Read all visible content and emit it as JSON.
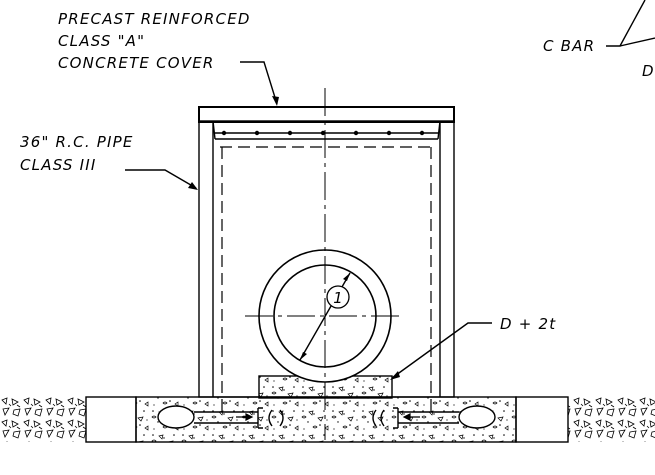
{
  "labels": {
    "cover_line1": "PRECAST REINFORCED",
    "cover_line2": "CLASS \"A\"",
    "cover_line3": "CONCRETE COVER",
    "pipe_line1": "36\" R.C. PIPE",
    "pipe_line2": "CLASS III",
    "c_bar": "C BAR",
    "d_partial": "D",
    "dimension": "D + 2t",
    "callout_number": "1"
  }
}
